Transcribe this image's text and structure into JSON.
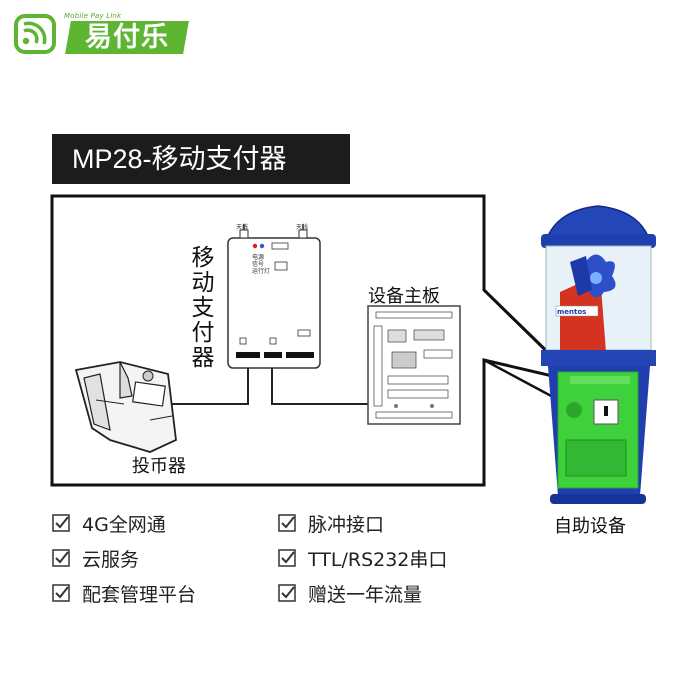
{
  "logo": {
    "tagline": "Mobile Pay Link",
    "name": "易付乐",
    "brand_color": "#5db532"
  },
  "title": "MP28-移动支付器",
  "diagram": {
    "payment_device_label": "移动支付器",
    "main_board_label": "设备主板",
    "coin_acceptor_label": "投币器",
    "machine_label": "自助设备",
    "antenna_left": "天线",
    "antenna_right": "天线",
    "indicator_lines": [
      "电源",
      "信号",
      "运行灯"
    ],
    "machine_brand": "mentos"
  },
  "features": [
    {
      "text": "4G全网通",
      "icon": "checkbox-checked-icon"
    },
    {
      "text": "脉冲接口",
      "icon": "checkbox-checked-icon"
    },
    {
      "text": "云服务",
      "icon": "checkbox-checked-icon"
    },
    {
      "text": "TTL/RS232串口",
      "icon": "checkbox-checked-icon"
    },
    {
      "text": "配套管理平台",
      "icon": "checkbox-checked-icon"
    },
    {
      "text": "赠送一年流量",
      "icon": "checkbox-checked-icon"
    }
  ],
  "colors": {
    "machine_blue": "#1f3fae",
    "machine_green": "#3fd13c",
    "title_bg": "#1c1c1c"
  }
}
